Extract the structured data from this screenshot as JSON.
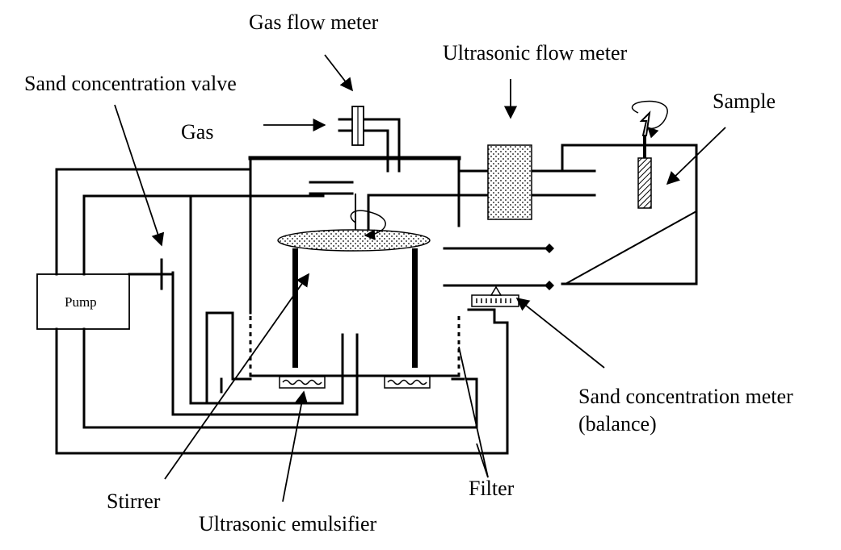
{
  "labels": {
    "gas_flow_meter": "Gas flow meter",
    "ultrasonic_flow_meter": "Ultrasonic flow meter",
    "sand_concentration_valve": "Sand concentration valve",
    "gas": "Gas",
    "sample": "Sample",
    "pump": "Pump",
    "sand_concentration_meter_line1": "Sand concentration meter",
    "sand_concentration_meter_line2": "(balance)",
    "stirrer": "Stirrer",
    "filter": "Filter",
    "ultrasonic_emulsifier": "Ultrasonic emulsifier"
  },
  "colors": {
    "line": "#000000",
    "background": "#ffffff"
  }
}
